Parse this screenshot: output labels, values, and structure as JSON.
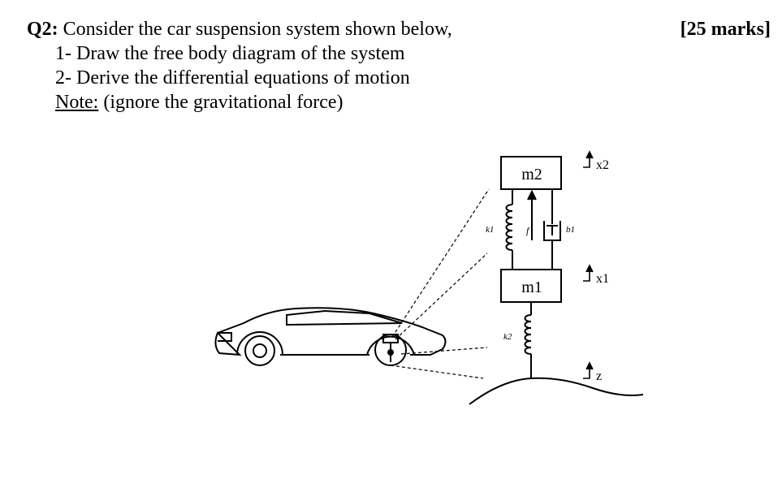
{
  "question": {
    "number": "Q2:",
    "text": " Consider the car suspension system shown below,",
    "marks": "[25 marks]",
    "items": [
      "1- Draw the free body diagram of the system",
      "2- Derive the differential equations of motion"
    ],
    "note_label": "Note:",
    "note_text": " (ignore the gravitational force)"
  },
  "figure": {
    "mass_upper": "m2",
    "mass_lower": "m1",
    "spring_upper": "k1",
    "spring_lower": "k2",
    "damper": "b1",
    "force": "f",
    "disp_upper": "x2",
    "disp_lower": "x1",
    "disp_road": "z"
  }
}
